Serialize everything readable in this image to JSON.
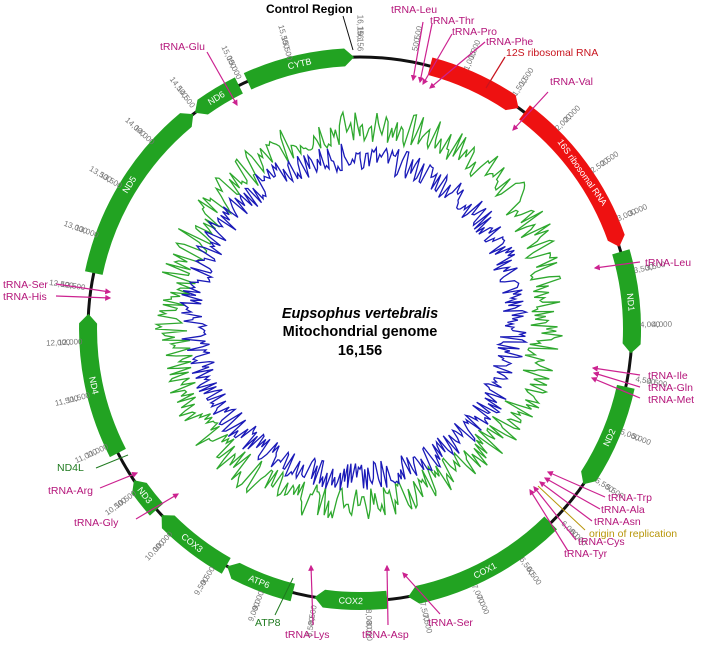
{
  "figure": {
    "species": "Eupsophus vertebralis",
    "subtitle": "Mitochondrial genome",
    "length_label": "16,156",
    "genome_length": 16156
  },
  "colors": {
    "protein_gene": "#22a322",
    "rrna_gene": "#ee1111",
    "trna": "#cc2290",
    "backbone": "#111111",
    "gc_skew_green": "#2ea82e",
    "gc_skew_blue": "#1a1ab8",
    "origin_label": "#b8960a",
    "atp8_label": "#1f7a1f"
  },
  "labels": {
    "control_region": "Control Region",
    "origin_of_replication": "origin of replication",
    "nd4l": "ND4L",
    "atp8": "ATP8",
    "trna_leu_top": "tRNA-Leu",
    "trna_thr": "tRNA-Thr",
    "trna_pro": "tRNA-Pro",
    "trna_phe": "tRNA-Phe",
    "rrna_12s": "12S ribosomal RNA",
    "trna_val": "tRNA-Val",
    "trna_glu": "tRNA-Glu",
    "trna_leu_right": "tRNA-Leu",
    "trna_ile": "tRNA-Ile",
    "trna_gln": "tRNA-Gln",
    "trna_met": "tRNA-Met",
    "trna_trp": "tRNA-Trp",
    "trna_ala": "tRNA-Ala",
    "trna_asn": "tRNA-Asn",
    "trna_cys": "tRNA-Cys",
    "trna_tyr": "tRNA-Tyr",
    "trna_ser_left": "tRNA-Ser",
    "trna_his": "tRNA-His",
    "trna_arg": "tRNA-Arg",
    "trna_gly": "tRNA-Gly",
    "trna_lys": "tRNA-Lys",
    "trna_asp": "tRNA-Asp",
    "trna_ser_bottom": "tRNA-Ser"
  },
  "genes": [
    {
      "name": "12S ribosomal RNA",
      "label": "",
      "kind": "rrna",
      "start": 670,
      "end": 1600,
      "strand": "+"
    },
    {
      "name": "16S ribosomal RNA",
      "label": "16S ribosomal RNA",
      "kind": "rrna",
      "start": 1670,
      "end": 3250,
      "strand": "+"
    },
    {
      "name": "ND1",
      "label": "ND1",
      "kind": "protein",
      "start": 3300,
      "end": 4270,
      "strand": "+"
    },
    {
      "name": "ND2",
      "label": "ND2",
      "kind": "protein",
      "start": 4590,
      "end": 5600,
      "strand": "+"
    },
    {
      "name": "COX1",
      "label": "COX1",
      "kind": "protein",
      "start": 6080,
      "end": 7620,
      "strand": "+"
    },
    {
      "name": "COX2",
      "label": "COX2",
      "kind": "protein",
      "start": 7820,
      "end": 8510,
      "strand": "+"
    },
    {
      "name": "ATP6",
      "label": "ATP6",
      "kind": "protein",
      "start": 8720,
      "end": 9390,
      "strand": "+"
    },
    {
      "name": "COX3",
      "label": "COX3",
      "kind": "protein",
      "start": 9400,
      "end": 10180,
      "strand": "+"
    },
    {
      "name": "ND3",
      "label": "ND3",
      "kind": "protein",
      "start": 10250,
      "end": 10600,
      "strand": "+"
    },
    {
      "name": "ND4",
      "label": "ND4",
      "kind": "protein",
      "start": 10900,
      "end": 12260,
      "strand": "+"
    },
    {
      "name": "ND5",
      "label": "ND5",
      "kind": "protein",
      "start": 12650,
      "end": 14460,
      "strand": "+"
    },
    {
      "name": "ND6",
      "label": "ND6",
      "kind": "protein",
      "start": 14480,
      "end": 14970,
      "strand": "-"
    },
    {
      "name": "CYTB",
      "label": "CYTB",
      "kind": "protein",
      "start": 15060,
      "end": 16100,
      "strand": "+"
    }
  ],
  "ticks": [
    {
      "bp": 500,
      "label": "500"
    },
    {
      "bp": 1000,
      "label": "1,000"
    },
    {
      "bp": 1500,
      "label": "1,500"
    },
    {
      "bp": 2000,
      "label": "2,000"
    },
    {
      "bp": 2500,
      "label": "2,500"
    },
    {
      "bp": 3000,
      "label": "3,000"
    },
    {
      "bp": 3500,
      "label": "3,500"
    },
    {
      "bp": 4000,
      "label": "4,000"
    },
    {
      "bp": 4500,
      "label": "4,500"
    },
    {
      "bp": 5000,
      "label": "5,000"
    },
    {
      "bp": 5500,
      "label": "5,500"
    },
    {
      "bp": 6000,
      "label": "6,000"
    },
    {
      "bp": 6500,
      "label": "6,500"
    },
    {
      "bp": 7000,
      "label": "7,000"
    },
    {
      "bp": 7500,
      "label": "7,500"
    },
    {
      "bp": 8000,
      "label": "8,000"
    },
    {
      "bp": 8500,
      "label": "8,500"
    },
    {
      "bp": 9000,
      "label": "9,000"
    },
    {
      "bp": 9500,
      "label": "9,500"
    },
    {
      "bp": 10000,
      "label": "10,000"
    },
    {
      "bp": 10500,
      "label": "10,500"
    },
    {
      "bp": 11000,
      "label": "11,000"
    },
    {
      "bp": 11500,
      "label": "11,500"
    },
    {
      "bp": 12000,
      "label": "12,000"
    },
    {
      "bp": 12500,
      "label": "12,500"
    },
    {
      "bp": 13000,
      "label": "13,000"
    },
    {
      "bp": 13500,
      "label": "13,500"
    },
    {
      "bp": 14000,
      "label": "14,000"
    },
    {
      "bp": 14500,
      "label": "14,500"
    },
    {
      "bp": 15000,
      "label": "15,000"
    },
    {
      "bp": 15500,
      "label": "15,500"
    },
    {
      "bp": 16156,
      "label": "16,156"
    }
  ]
}
